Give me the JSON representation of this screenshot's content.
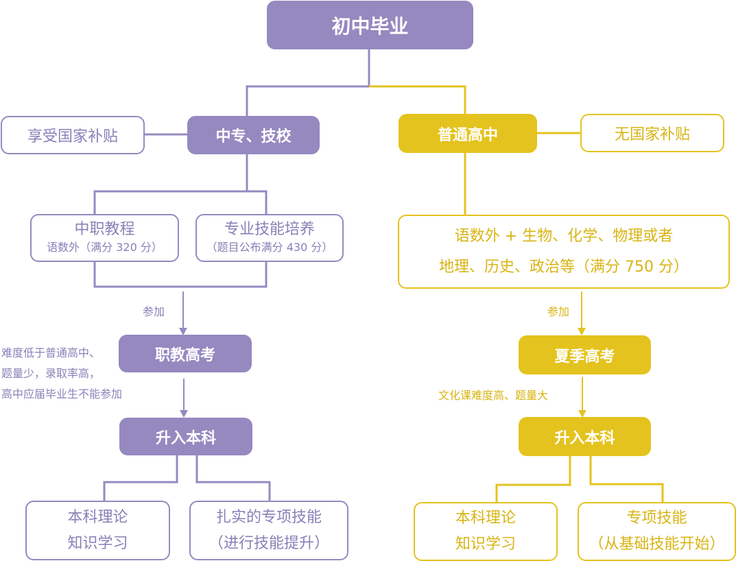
{
  "colors": {
    "vocational": "#9589c0",
    "general": "#e4c31e"
  },
  "root": {
    "label": "初中毕业"
  },
  "vocational": {
    "school": "中专、技校",
    "subsidy": "享受国家补贴",
    "course1": {
      "title": "中职教程",
      "sub": "语数外（满分 320 分）"
    },
    "course2": {
      "title": "专业技能培养",
      "sub": "（题目公布满分 430 分）"
    },
    "join_label": "参加",
    "exam": "职教高考",
    "exam_note": [
      "难度低于普通高中、",
      "题量少，录取率高，",
      "高中应届毕业生不能参加"
    ],
    "upgrade": "升入本科",
    "leaf1": [
      "本科理论",
      "知识学习"
    ],
    "leaf2": [
      "扎实的专项技能",
      "（进行技能提升）"
    ]
  },
  "general": {
    "school": "普通高中",
    "subsidy": "无国家补贴",
    "subjects": [
      "语数外 + 生物、化学、物理或者",
      "地理、历史、政治等（满分 750 分）"
    ],
    "join_label": "参加",
    "exam": "夏季高考",
    "exam_note": "文化课难度高、题量大",
    "upgrade": "升入本科",
    "leaf1": [
      "本科理论",
      "知识学习"
    ],
    "leaf2": [
      "专项技能",
      "（从基础技能开始）"
    ]
  }
}
